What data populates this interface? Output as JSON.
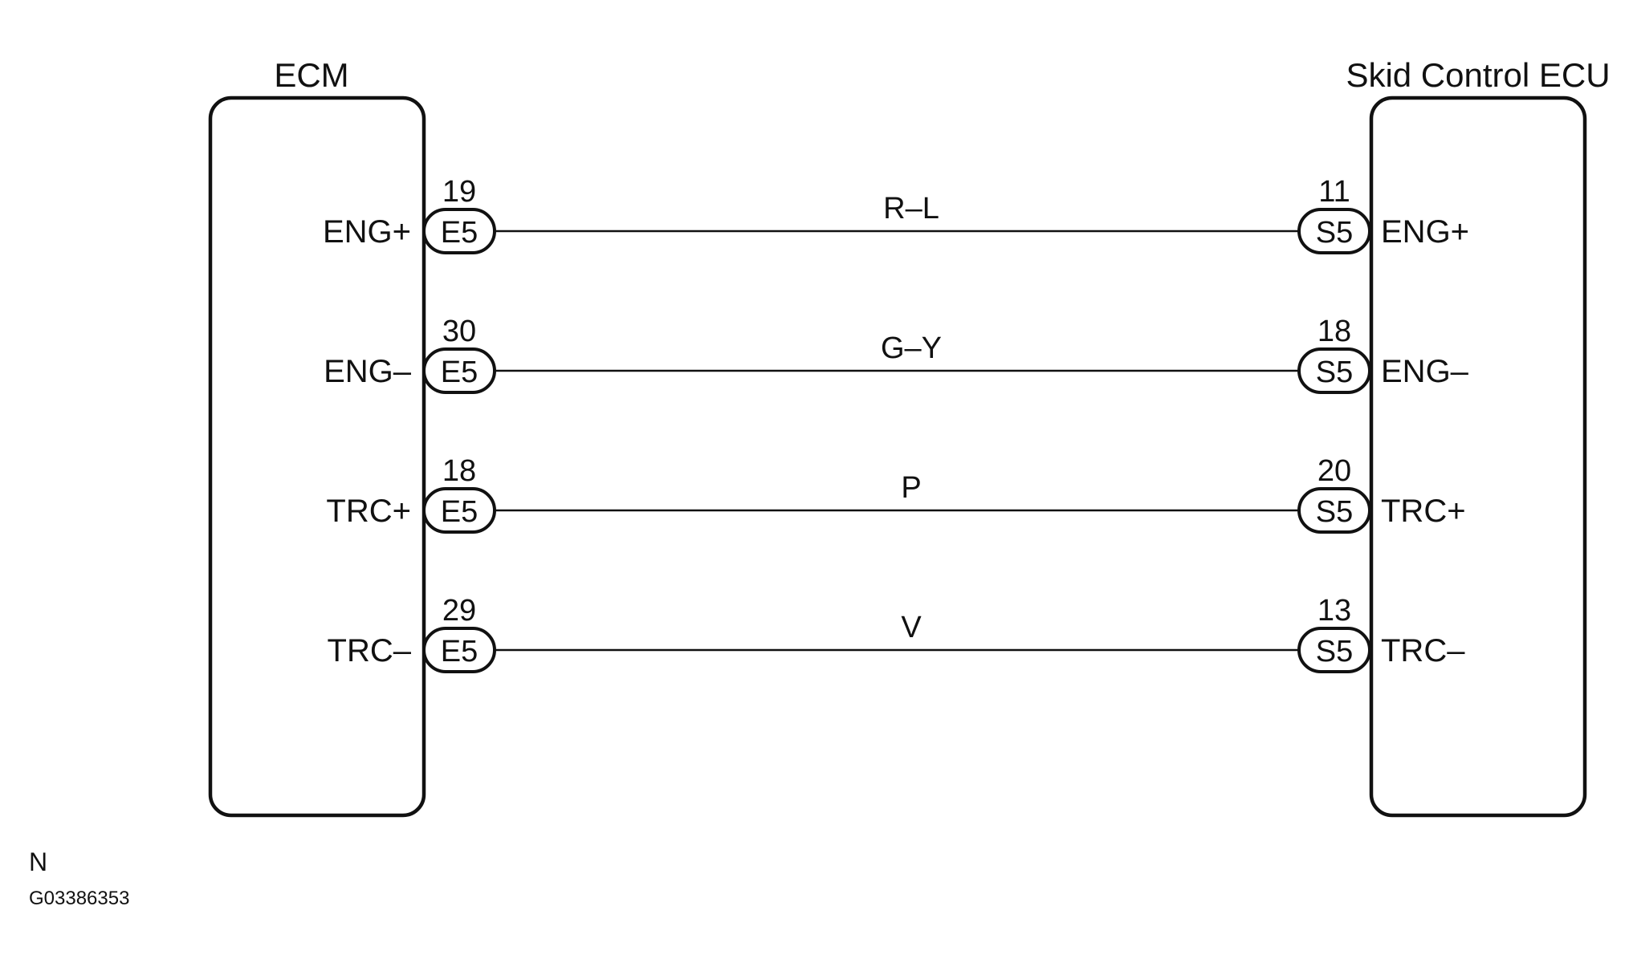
{
  "ecm": {
    "title": "ECM",
    "connector": "E5"
  },
  "skid": {
    "title": "Skid Control ECU",
    "connector": "S5"
  },
  "wires": [
    {
      "ecm_signal": "ENG+",
      "ecm_pin": "19",
      "color": "R–L",
      "skid_pin": "11",
      "skid_signal": "ENG+"
    },
    {
      "ecm_signal": "ENG–",
      "ecm_pin": "30",
      "color": "G–Y",
      "skid_pin": "18",
      "skid_signal": "ENG–"
    },
    {
      "ecm_signal": "TRC+",
      "ecm_pin": "18",
      "color": "P",
      "skid_pin": "20",
      "skid_signal": "TRC+"
    },
    {
      "ecm_signal": "TRC–",
      "ecm_pin": "29",
      "color": "V",
      "skid_pin": "13",
      "skid_signal": "TRC–"
    }
  ],
  "footer": {
    "mark": "N",
    "figure_id": "G03386353"
  }
}
